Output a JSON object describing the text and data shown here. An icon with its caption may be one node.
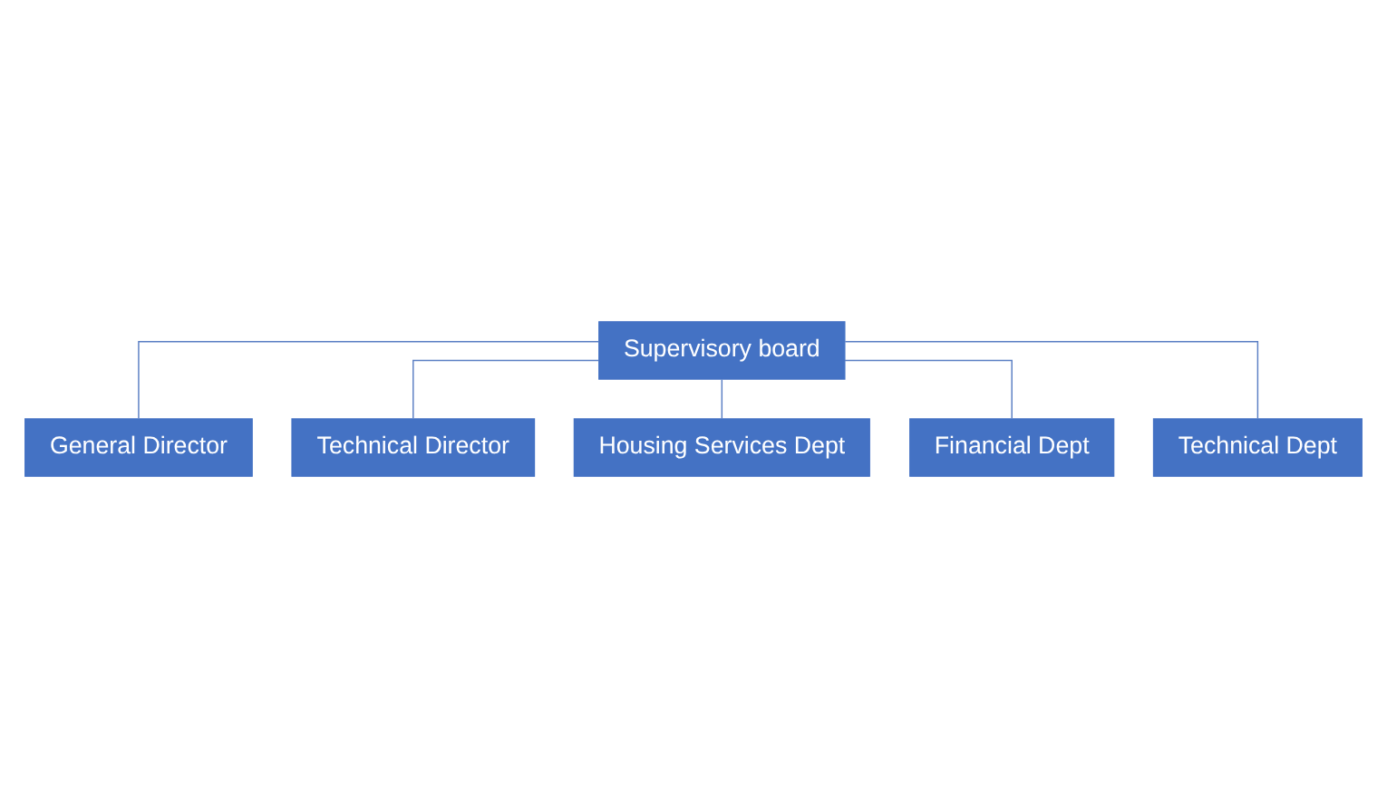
{
  "diagram": {
    "nodes": [
      {
        "text": [
          "Supervisory board"
        ]
      },
      {
        "text": [
          "General Director"
        ]
      },
      {
        "text": [
          "Technical Director"
        ]
      },
      {
        "text": [
          "Housing Services Dept"
        ]
      },
      {
        "text": [
          "Financial Dept"
        ]
      },
      {
        "text": [
          "Technical Dept"
        ]
      }
    ],
    "edges": [
      {
        "from": 0,
        "to": 1,
        "arrow": "none"
      },
      {
        "from": 0,
        "to": 2,
        "arrow": "none"
      },
      {
        "from": 0,
        "to": 3,
        "arrow": "none"
      },
      {
        "from": 0,
        "to": 4,
        "arrow": "none"
      },
      {
        "from": 0,
        "to": 5,
        "arrow": "none"
      }
    ]
  }
}
